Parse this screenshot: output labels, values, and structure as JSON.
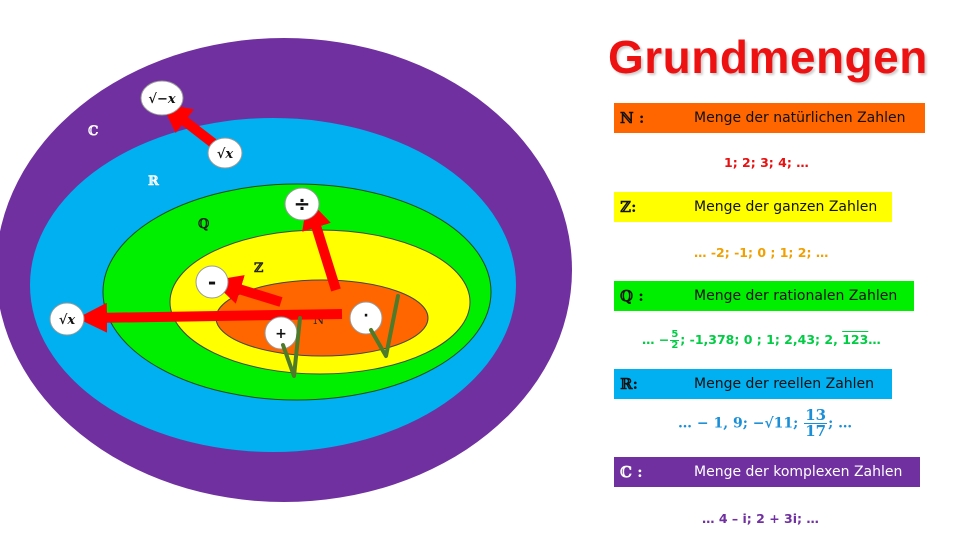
{
  "title": "Grundmengen",
  "diagram": {
    "labels": {
      "C": "ℂ",
      "R": "ℝ",
      "Q": "ℚ",
      "Z": "ℤ",
      "N": "N"
    },
    "operations": {
      "plus": "+",
      "dot": "·",
      "minus": "-",
      "divide": "÷",
      "sqrt_x": "√x",
      "sqrt_neg_x": "√−x"
    },
    "colors": {
      "C": "#7030a0",
      "R": "#00b0f0",
      "Q": "#00ee00",
      "Z": "#ffff00",
      "N": "#ff6600",
      "arrow": "#ff0000",
      "check": "#4e7a2a"
    }
  },
  "sets": [
    {
      "symbol": "ℕ :",
      "label": "Menge der natürlichen Zahlen",
      "color": "#ff6600",
      "example_color": "#e81010"
    },
    {
      "symbol": "ℤ:",
      "label": "Menge der ganzen Zahlen",
      "color": "#ffff00",
      "example_color": "#f0a000"
    },
    {
      "symbol": "ℚ :",
      "label": "Menge der rationalen Zahlen",
      "color": "#00ee00",
      "example_color": "#00cc44"
    },
    {
      "symbol": "ℝ:",
      "label": "Menge der reellen Zahlen",
      "color": "#00b0f0",
      "example_color": "#1a8fd8"
    },
    {
      "symbol": "ℂ :",
      "label": "Menge der komplexen Zahlen",
      "color": "#7030a0",
      "example_color": "#7030a0"
    }
  ],
  "examples": {
    "N": "1; 2; 3; 4; …",
    "Z": "… -2; -1; 0 ; 1; 2; …",
    "Q": {
      "lead": "… −",
      "num": "5",
      "den": "2",
      "rest": "; -1,378; 0 ; 1; 2,43; ",
      "rep_int": "2, ",
      "rep_dec": "123",
      "tail": "…"
    },
    "R": {
      "lead": "… − 1, 9; −√11; ",
      "num": "13",
      "den": "17",
      "tail": "; …"
    },
    "C": "… 4 – i; 2 + 3i; …"
  }
}
